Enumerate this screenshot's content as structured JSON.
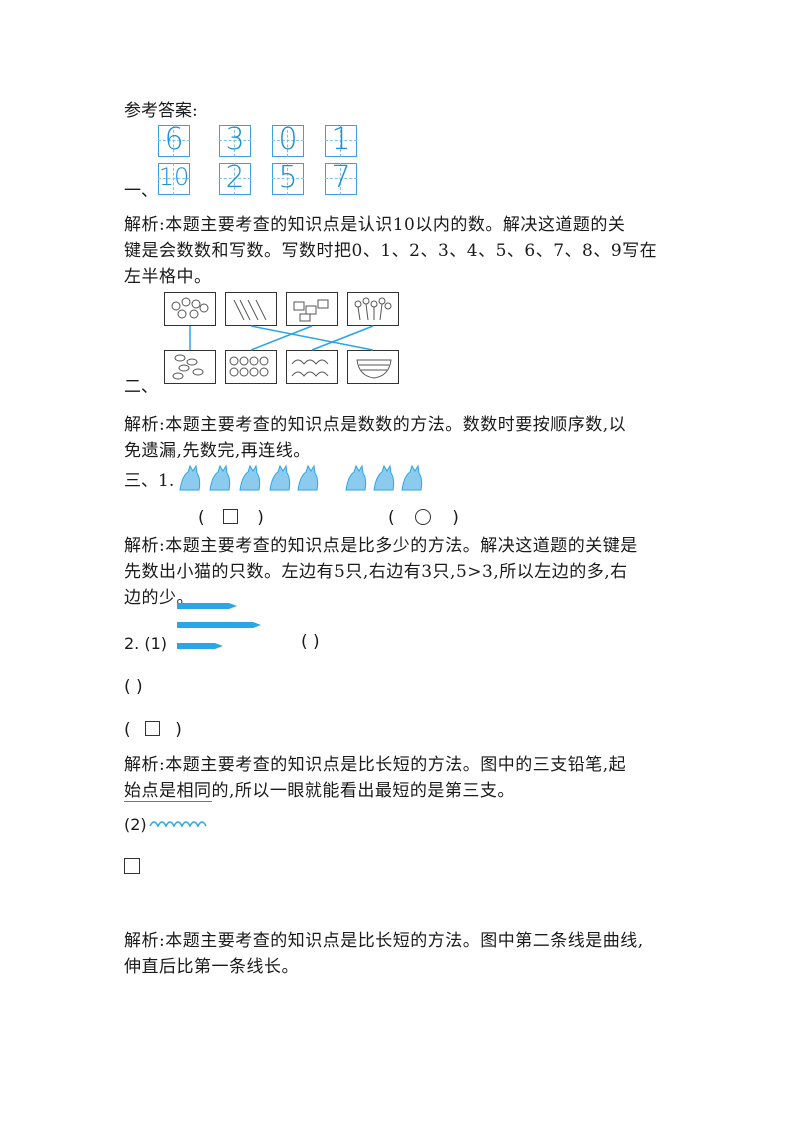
{
  "answer_heading": "参考答案:",
  "section1": {
    "label": "一、",
    "row1": [
      "6",
      "3",
      "0",
      "1"
    ],
    "row2": [
      "10",
      "2",
      "5",
      "7"
    ],
    "analysis": [
      "解析:本题主要考查的知识点是认识10以内的数。解决这道题的关",
      "键是会数数和写数。写数时把0、1、2、3、4、5、6、7、8、9写在",
      "左半格中。"
    ]
  },
  "section2": {
    "label": "二、",
    "analysis": [
      "解析:本题主要考查的知识点是数数的方法。数数时要按顺序数,以",
      "免遗漏,先数完,再连线。"
    ]
  },
  "section3": {
    "label": "三、1.",
    "left_blank_open": "(",
    "left_blank_close": ")",
    "right_blank_open": "(",
    "right_blank_close": ")",
    "analysis": [
      "解析:本题主要考查的知识点是比多少的方法。解决这道题的关键是",
      "先数出小猫的只数。左边有5只,右边有3只,5>3,所以左边的多,右",
      "边的少。"
    ]
  },
  "q2": {
    "label": "2. (1)",
    "blank_a": "(    )",
    "blank_b": "(    )",
    "blank_c_open": "(",
    "blank_c_close": ")",
    "analysis_line1": "解析:本题主要考查的知识点是比长短的方法。图中的三支铅笔,起",
    "analysis_line2_a": "始点是相同",
    "analysis_line2_b": "的,所以一眼就能看出最短的是第三支。",
    "sub2_label": "(2)",
    "analysis2": [
      "解析:本题主要考查的知识点是比长短的方法。图中第二条线是曲线,",
      "伸直后比第一条线长。"
    ]
  },
  "colors": {
    "accent": "#1e90d6",
    "pencil": "#2aa6e6"
  }
}
